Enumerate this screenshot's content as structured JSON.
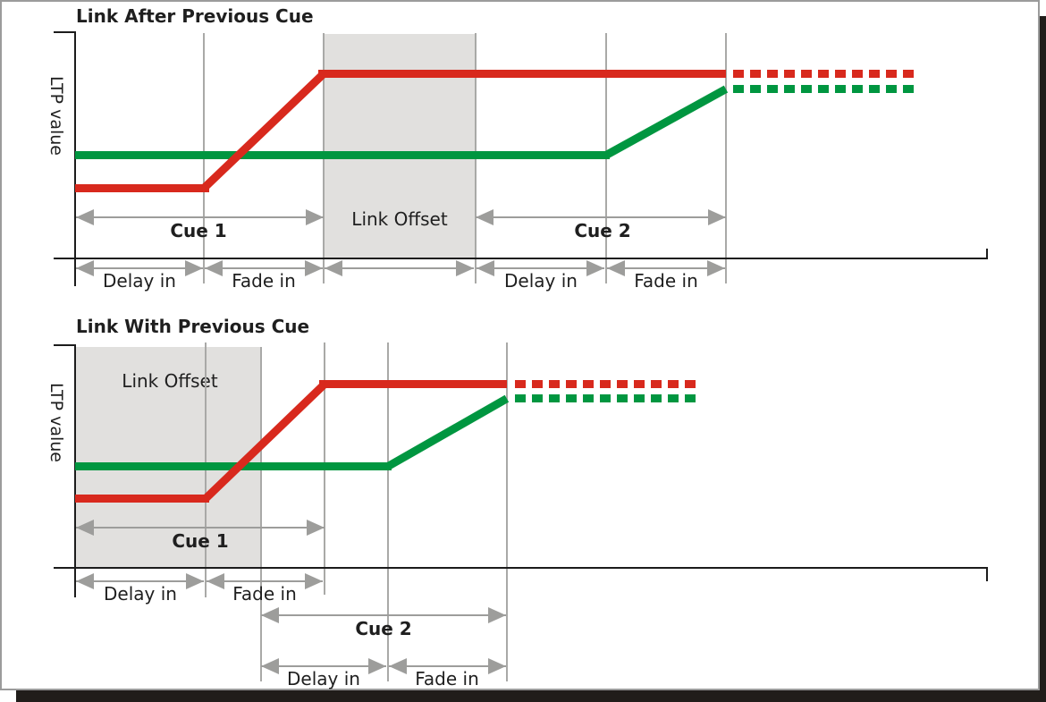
{
  "figure": {
    "type": "cue-timing-diagram",
    "panel_count": 2
  },
  "colors": {
    "red_line": "#d8291d",
    "green_line": "#009640",
    "offset_region_fill": "#e1e0de",
    "guide_line_gray": "#a9a9a7",
    "arrow_gray": "#9d9d9b",
    "axis_color": "#1c1c1c",
    "text_color": "#1f1f1f",
    "frame_border_gray": "#9b9b9b",
    "frame_shadow_black": "#211d1a"
  },
  "top_diagram": {
    "title": "Link After Previous Cue",
    "y_axis_label": "LTP value",
    "link_offset_label": "Link Offset",
    "cue1": {
      "label": "Cue 1",
      "delay_label": "Delay in",
      "fade_label": "Fade in"
    },
    "cue2": {
      "label": "Cue 2",
      "delay_label": "Delay in",
      "fade_label": "Fade in"
    }
  },
  "bottom_diagram": {
    "title": "Link With Previous Cue",
    "y_axis_label": "LTP value",
    "link_offset_label": "Link Offset",
    "cue1": {
      "label": "Cue 1",
      "delay_label": "Delay in",
      "fade_label": "Fade in"
    },
    "cue2": {
      "label": "Cue 2",
      "delay_label": "Delay in",
      "fade_label": "Fade in"
    }
  }
}
